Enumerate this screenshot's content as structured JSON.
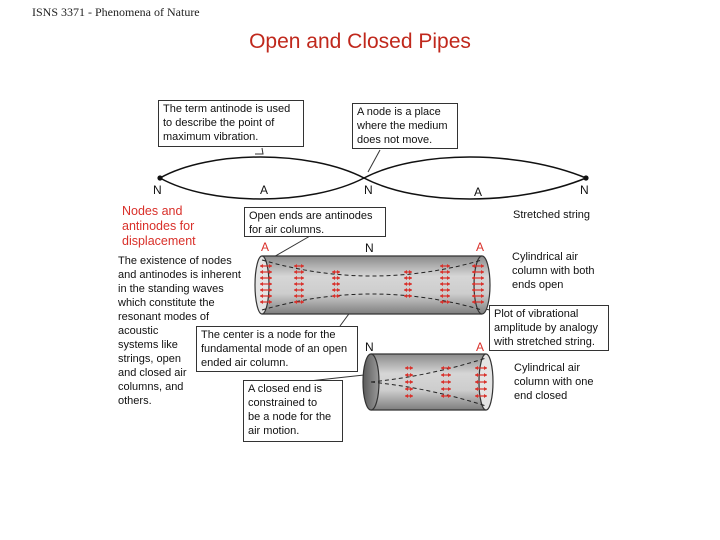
{
  "header": "ISNS 3371 - Phenomena of Nature",
  "title": "Open and Closed Pipes",
  "callouts": {
    "antinode": "The term antinode is used\nto describe the point of\nmaximum vibration.",
    "node": "A node is a place\nwhere the medium\ndoes not move.",
    "open_ends": "Open ends are antinodes\nfor air columns.",
    "vibrational": "Plot of vibrational\namplitude by analogy\nwith stretched string.",
    "center": "The center is a node for the\nfundamental mode of an open\nended air column.",
    "closed_end": "A closed end is\nconstrained to\nbe a node for the\nair motion."
  },
  "side": {
    "heading": "Nodes and\nantinodes for\ndisplacement",
    "body": "The existence of  nodes\nand antinodes is inherent\nin the standing waves\nwhich constitute the\nresonant modes of\nacoustic\nsystems like\nstrings, open\nand closed air\ncolumns, and\nothers."
  },
  "labels": {
    "stretched_string": "Stretched string",
    "open_column": "Cylindrical air\ncolumn with both\nends open",
    "closed_column": "Cylindrical air\ncolumn with one\nend closed"
  },
  "markers": {
    "string": [
      "N",
      "A",
      "N",
      "A",
      "N"
    ],
    "open_pipe": [
      "A",
      "N",
      "A"
    ],
    "closed_pipe": [
      "N",
      "A"
    ]
  },
  "colors": {
    "title": "#c0281c",
    "accent": "#d9302a",
    "pipe_fill": "#c8c8c8"
  }
}
